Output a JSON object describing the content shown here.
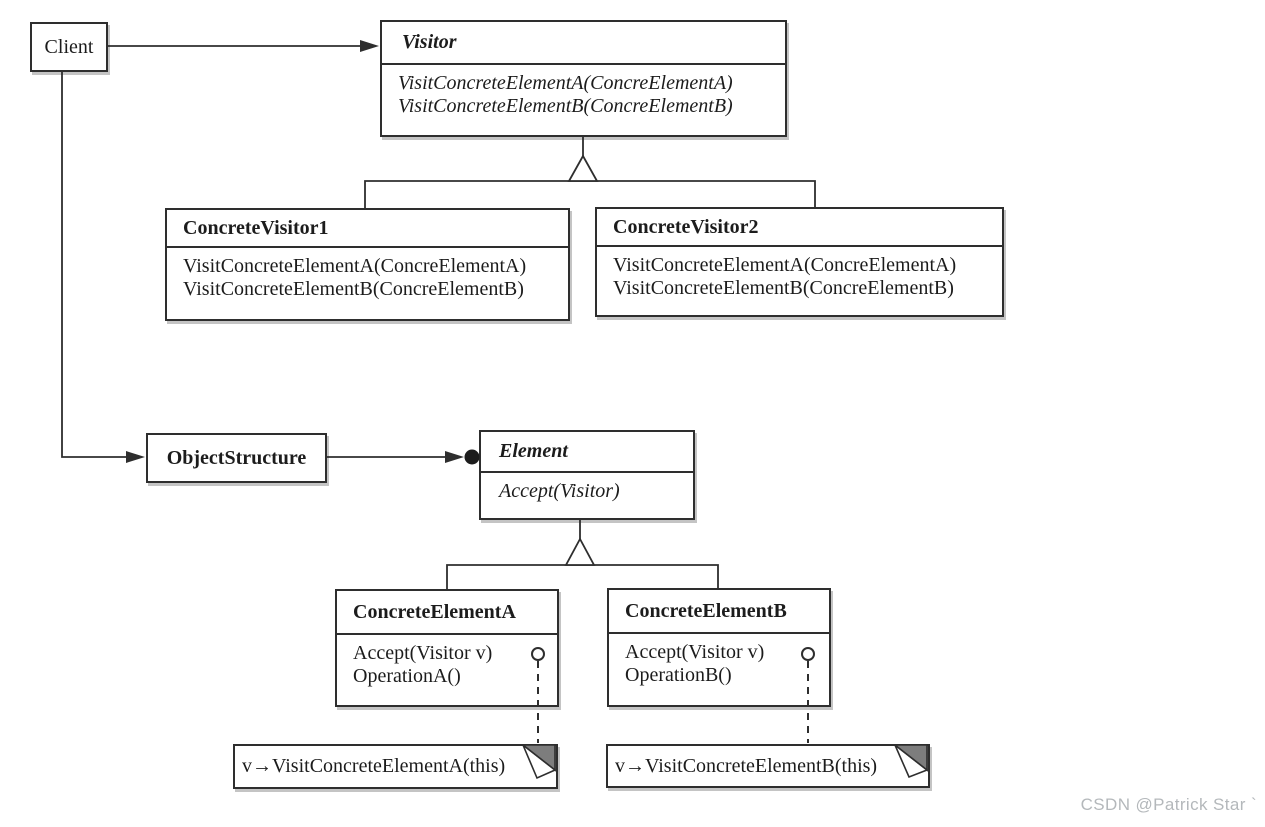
{
  "classes": {
    "client": {
      "name": "Client"
    },
    "visitor": {
      "name": "Visitor",
      "methods": [
        "VisitConcreteElementA(ConcreElementA)",
        "VisitConcreteElementB(ConcreElementB)"
      ]
    },
    "concrete_visitor1": {
      "name": "ConcreteVisitor1",
      "methods": [
        "VisitConcreteElementA(ConcreElementA)",
        "VisitConcreteElementB(ConcreElementB)"
      ]
    },
    "concrete_visitor2": {
      "name": "ConcreteVisitor2",
      "methods": [
        "VisitConcreteElementA(ConcreElementA)",
        "VisitConcreteElementB(ConcreElementB)"
      ]
    },
    "object_structure": {
      "name": "ObjectStructure"
    },
    "element": {
      "name": "Element",
      "methods": [
        "Accept(Visitor)"
      ]
    },
    "concrete_element_a": {
      "name": "ConcreteElementA",
      "methods": [
        "Accept(Visitor v)",
        "OperationA()"
      ]
    },
    "concrete_element_b": {
      "name": "ConcreteElementB",
      "methods": [
        "Accept(Visitor v)",
        "OperationB()"
      ]
    }
  },
  "notes": {
    "note_a": {
      "text": "v→VisitConcreteElementA(this)"
    },
    "note_b": {
      "text": "v→VisitConcreteElementB(this)"
    }
  },
  "watermark": "CSDN @Patrick Star `",
  "colors": {
    "line": "#2e2e2e",
    "note_fold_back": "#7d7d7d",
    "watermark": "#b4b8bb"
  }
}
